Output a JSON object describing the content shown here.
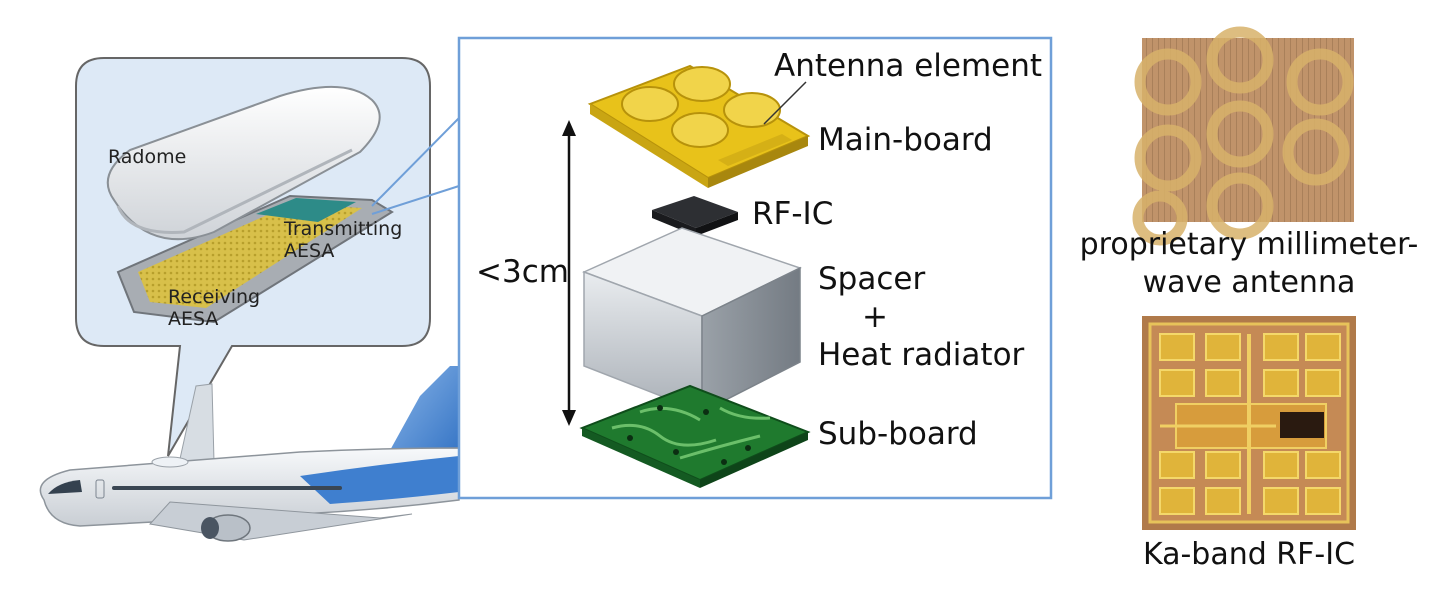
{
  "callout": {
    "radome": "Radome",
    "transmitting_line1": "Transmitting",
    "transmitting_line2": "AESA",
    "receiving_line1": "Receiving",
    "receiving_line2": "AESA"
  },
  "exploded": {
    "antenna_element": "Antenna element",
    "main_board": "Main-board",
    "rf_ic": "RF-IC",
    "spacer_line1": "Spacer",
    "spacer_line2": "+",
    "spacer_line3": "Heat radiator",
    "sub_board": "Sub-board",
    "height": "<3cm"
  },
  "photos": {
    "antenna_caption_line1": "proprietary millimeter-",
    "antenna_caption_line2": "wave antenna",
    "rfic_caption": "Ka-band RF-IC"
  },
  "colors": {
    "frame_blue": "#6f9fd8",
    "callout_fill": "#dce8f5",
    "gold": "#e8c21a",
    "pcb_green": "#1f7a2e",
    "aircraft_blue": "#3f7fcf"
  }
}
